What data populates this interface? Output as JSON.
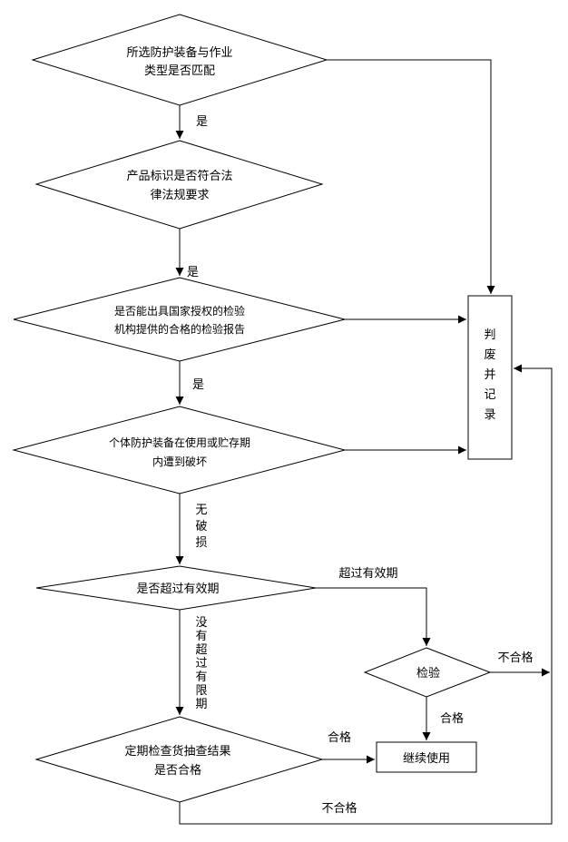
{
  "nodes": {
    "d1": [
      "所选防护装备与作业",
      "类型是否匹配"
    ],
    "d2": [
      "产品标识是否符合法",
      "律法规要求"
    ],
    "d3": [
      "是否能出具国家授权的检验",
      "机构提供的合格的检验报告"
    ],
    "d4": [
      "个体防护装备在使用或贮存期",
      "内遭到破坏"
    ],
    "d5": [
      "是否超过有效期"
    ],
    "d6": [
      "定期检查货抽查结果",
      "是否合格"
    ],
    "inspect": "检验",
    "reject": [
      "判",
      "废",
      "并",
      "记",
      "录"
    ],
    "continue": "继续使用"
  },
  "edges": {
    "yes1": "是",
    "yes2": "是",
    "yes3": "是",
    "no_damage": [
      "无",
      "破",
      "损"
    ],
    "expired": "超过有效期",
    "not_expired": [
      "没",
      "有",
      "超",
      "过",
      "有",
      "限",
      "期"
    ],
    "inspect_fail": "不合格",
    "inspect_pass": "合格",
    "check_pass": "合格",
    "check_fail": "不合格"
  }
}
